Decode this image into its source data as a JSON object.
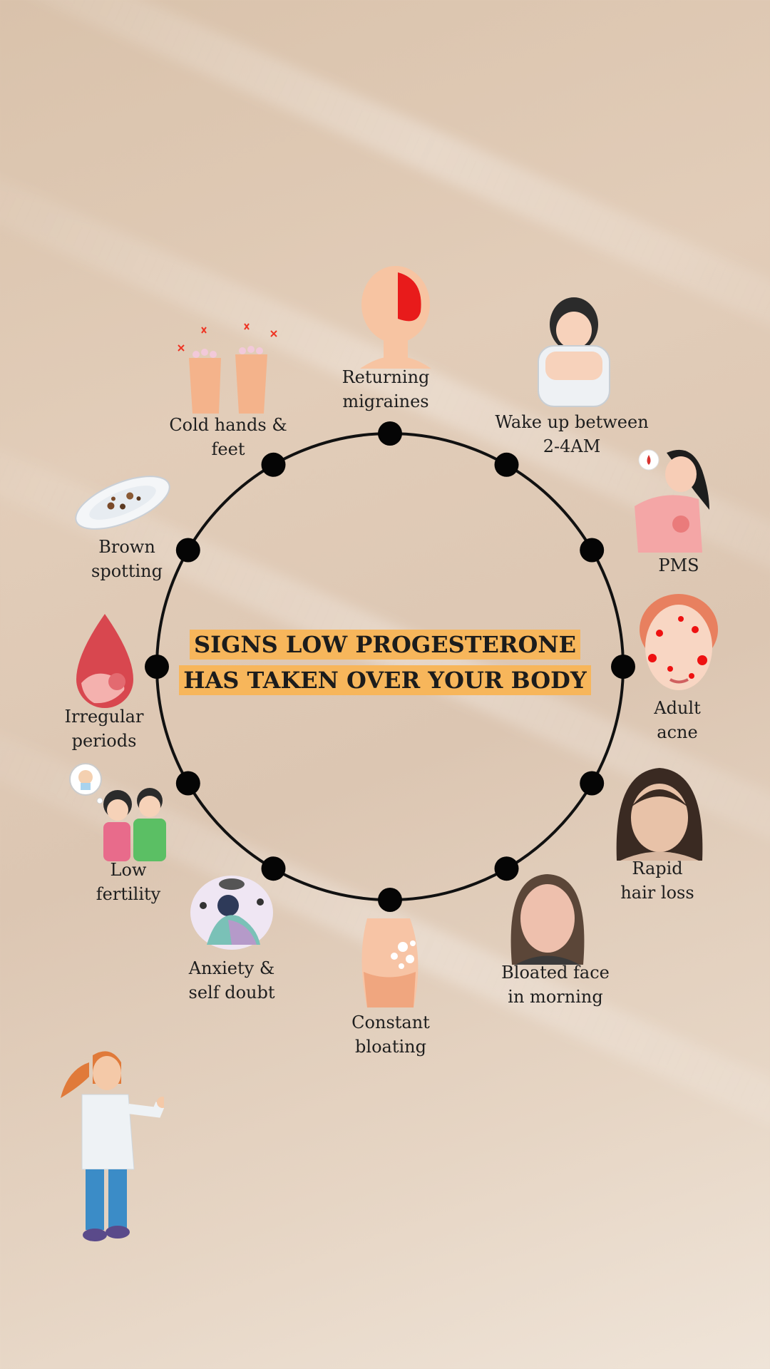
{
  "title": {
    "line1": "SIGNS LOW PROGESTERONE",
    "line2": "HAS TAKEN OVER YOUR BODY"
  },
  "colors": {
    "title_highlight": "#f7b65b",
    "wheel_stroke": "#111111"
  },
  "signs": [
    {
      "line1": "Returning",
      "line2": "migraines",
      "icon": "head-migraine-icon"
    },
    {
      "line1": "Wake up between",
      "line2": "2-4AM",
      "icon": "sleepless-woman-icon"
    },
    {
      "line1": "PMS",
      "line2": "",
      "icon": "cramping-woman-icon"
    },
    {
      "line1": "Adult",
      "line2": "acne",
      "icon": "acne-face-icon"
    },
    {
      "line1": "Rapid",
      "line2": "hair loss",
      "icon": "hair-loss-photo-icon"
    },
    {
      "line1": "Bloated face",
      "line2": "in morning",
      "icon": "bloated-face-photo-icon"
    },
    {
      "line1": "Constant",
      "line2": "bloating",
      "icon": "bloated-belly-icon"
    },
    {
      "line1": "Anxiety &",
      "line2": "self doubt",
      "icon": "anxious-person-icon"
    },
    {
      "line1": "Low",
      "line2": "fertility",
      "icon": "couple-baby-thought-icon"
    },
    {
      "line1": "Irregular",
      "line2": "periods",
      "icon": "blood-drop-icon"
    },
    {
      "line1": "Brown",
      "line2": "spotting",
      "icon": "sanitary-pad-icon"
    },
    {
      "line1": "Cold hands &",
      "line2": "feet",
      "icon": "cold-hands-icon"
    }
  ],
  "presenter": {
    "icon": "doctor-presenter-icon"
  }
}
